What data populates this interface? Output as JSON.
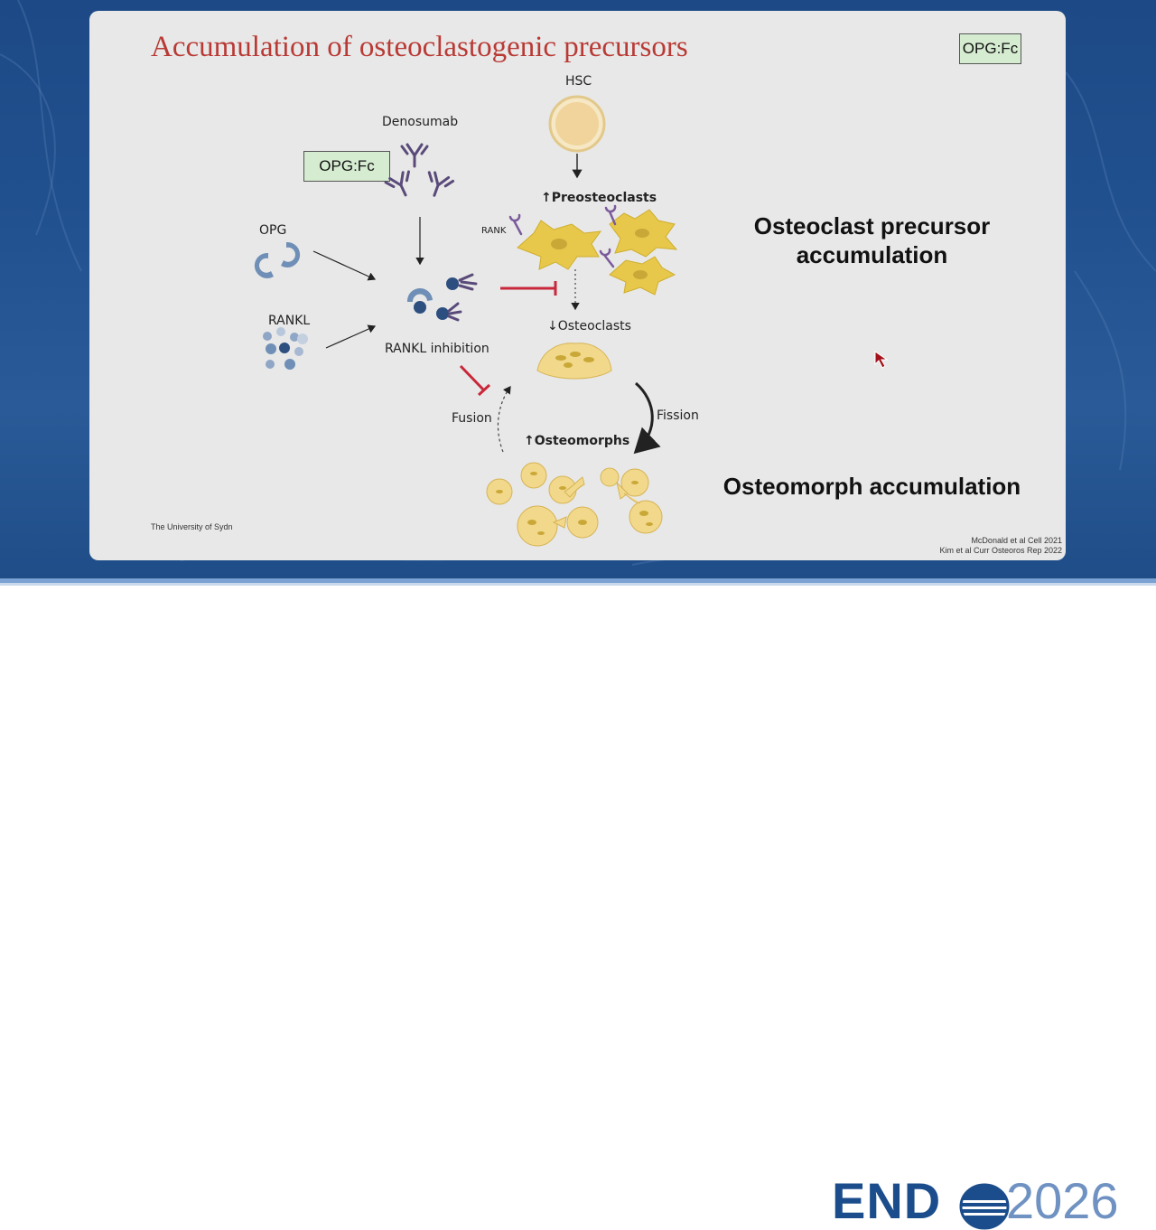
{
  "slide": {
    "title": "Accumulation of osteoclastogenic precursors",
    "badge_top_right": "OPG:Fc",
    "badge_left": "OPG:Fc",
    "credit": "The University of Sydn",
    "references": [
      "McDonald et al Cell 2021",
      "Kim et al Curr Osteoros Rep 2022"
    ]
  },
  "diagram": {
    "hsc": "HSC",
    "denosumab": "Denosumab",
    "opg": "OPG",
    "rankl": "RANKL",
    "rankl_inhibition": "RANKL inhibition",
    "preosteoclasts": "↑Preosteoclasts",
    "rank": "RANK",
    "osteoclasts": "↓Osteoclasts",
    "fission": "Fission",
    "fusion": "Fusion",
    "osteomorphs": "↑Osteomorphs"
  },
  "callouts": {
    "precursor_line1": "Osteoclast precursor",
    "precursor_line2": "accumulation",
    "osteomorph": "Osteomorph accumulation"
  },
  "footer": {
    "logo_word": "END",
    "logo_year": "2026"
  },
  "colors": {
    "title_red": "#b93a35",
    "inhibit_red": "#c8283a",
    "cell_yellow": "#e7c84a",
    "brand_blue": "#1b4d8c",
    "badge_green": "#d6ecd1"
  },
  "icons": {
    "cursor": "cursor-arrow-icon",
    "logo_globe": "globe-o-icon"
  }
}
